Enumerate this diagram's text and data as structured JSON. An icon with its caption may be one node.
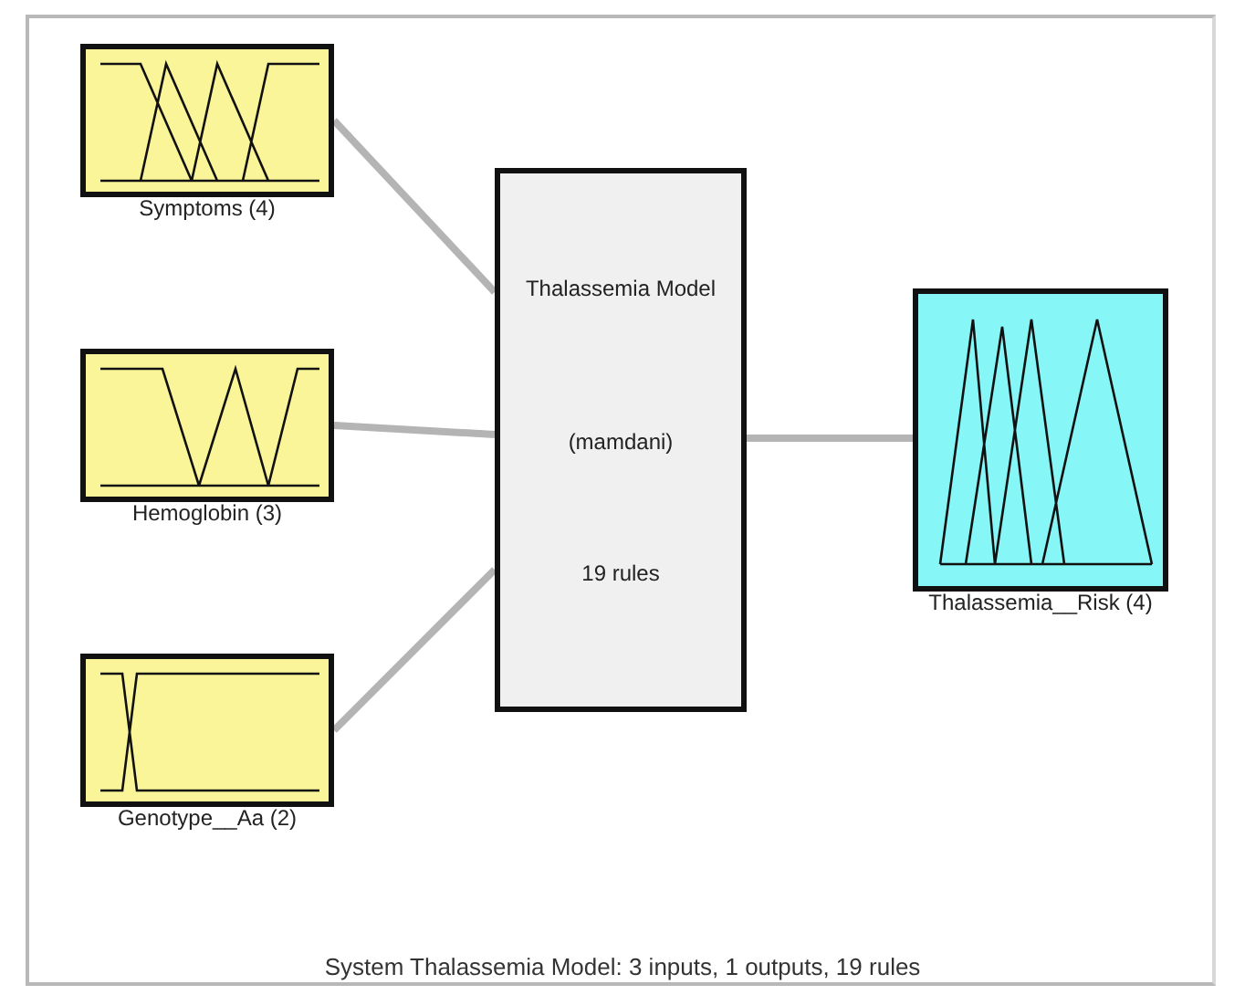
{
  "diagram": {
    "caption": "System Thalassemia Model: 3 inputs, 1 outputs, 19 rules",
    "nodes": [
      {
        "text": [
          "Symptoms (4)"
        ]
      },
      {
        "text": [
          "Hemoglobin (3)"
        ]
      },
      {
        "text": [
          "Genotype__Aa (2)"
        ]
      },
      {
        "text": [
          "Thalassemia Model",
          "(mamdani)",
          "19 rules"
        ]
      },
      {
        "text": [
          "Thalassemia__Risk (4)"
        ]
      }
    ],
    "edges": [
      {
        "from": 0,
        "to": 3,
        "arrow": "none"
      },
      {
        "from": 1,
        "to": 3,
        "arrow": "none"
      },
      {
        "from": 2,
        "to": 3,
        "arrow": "none"
      },
      {
        "from": 3,
        "to": 4,
        "arrow": "none"
      }
    ]
  }
}
